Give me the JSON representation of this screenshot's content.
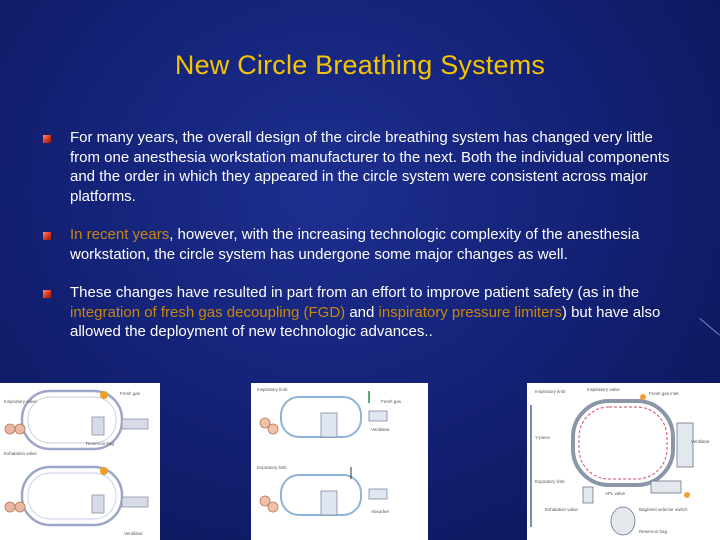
{
  "slide": {
    "title": "New Circle Breathing Systems",
    "bullets": [
      {
        "text": "For many years, the overall design of the circle breathing system has changed very little from one anesthesia workstation manufacturer to the next. Both the individual components and the order in which they appeared in the circle system were consistent across major platforms."
      },
      {
        "highlight": " In recent years",
        "rest": ", however, with the increasing technologic complexity of the anesthesia workstation, the circle system has undergone some major changes as well."
      },
      {
        "part1": "These changes have resulted in part from an effort to improve patient safety (as in the ",
        "hl1": "integration of fresh gas decoupling (FGD)",
        "part2": " and ",
        "hl2": "inspiratory pressure limiters",
        "part3": ") but have also allowed the deployment of new technologic advances.."
      }
    ]
  },
  "colors": {
    "title": "#f5c400",
    "highlight": "#c8860a",
    "background": "#142277",
    "bullet_mark": "#d9381e"
  },
  "figures": {
    "fig1": {
      "labels": [
        "Inspiratory valve",
        "Fresh gas",
        "Exhalation valve",
        "Reservoir bag",
        "Ventilator"
      ]
    },
    "fig2": {
      "labels": [
        "Inspiratory limb",
        "Fresh gas",
        "Expiratory limb",
        "Ventilator",
        "Absorber"
      ]
    },
    "fig3": {
      "labels": [
        "Inspiratory limb",
        "Inspiratory valve",
        "Fresh gas inlet",
        "Y-piece",
        "Ventilator",
        "Expiratory limb",
        "APL valve",
        "Exhalation valve",
        "Bag/vent selector switch",
        "Reservoir bag"
      ]
    }
  }
}
